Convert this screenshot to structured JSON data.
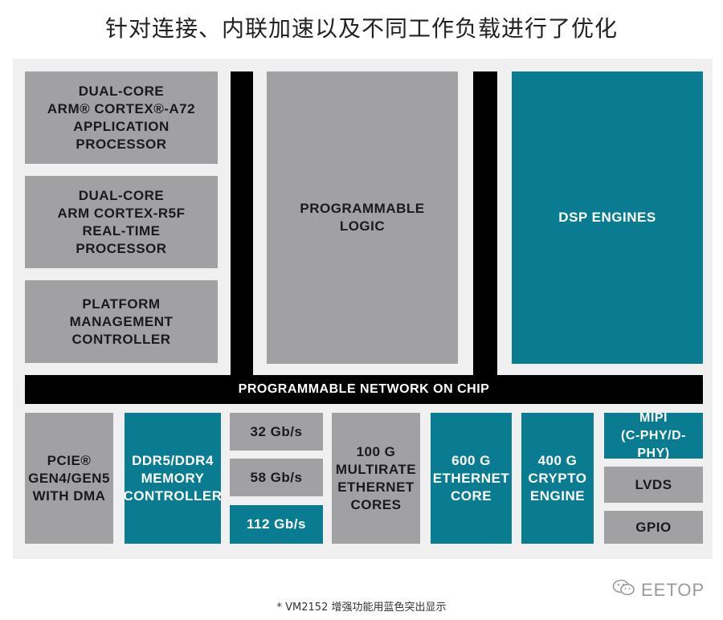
{
  "title": "针对连接、内联加速以及不同工作负载进行了优化",
  "colors": {
    "gray": "#a1a1a3",
    "teal": "#0a7c92",
    "black": "#000000",
    "panel": "#f0f0f0"
  },
  "blocks": {
    "a72": "DUAL-CORE\nARM® CORTEX®-A72\nAPPLICATION\nPROCESSOR",
    "r5f": "DUAL-CORE\nARM CORTEX-R5F\nREAL-TIME\nPROCESSOR",
    "pmc": "PLATFORM\nMANAGEMENT\nCONTROLLER",
    "pl": "PROGRAMMABLE\nLOGIC",
    "dsp": "DSP ENGINES",
    "noc": "PROGRAMMABLE NETWORK ON CHIP",
    "pcie": "PCIE®\nGEN4/GEN5\nWITH DMA",
    "ddr": "DDR5/DDR4\nMEMORY\nCONTROLLER",
    "gb32": "32 Gb/s",
    "gb58": "58 Gb/s",
    "gb112": "112 Gb/s",
    "eth100": "100 G\nMULTIRATE\nETHERNET\nCORES",
    "eth600": "600 G\nETHERNET\nCORE",
    "crypto": "400 G\nCRYPTO\nENGINE",
    "mipi": "MIPI\n(C-PHY/D-PHY)",
    "lvds": "LVDS",
    "gpio": "GPIO"
  },
  "footnote": "* VM2152 增强功能用蓝色突出显示",
  "logo": {
    "icon": "wechat-icon",
    "text": "EETOP"
  }
}
